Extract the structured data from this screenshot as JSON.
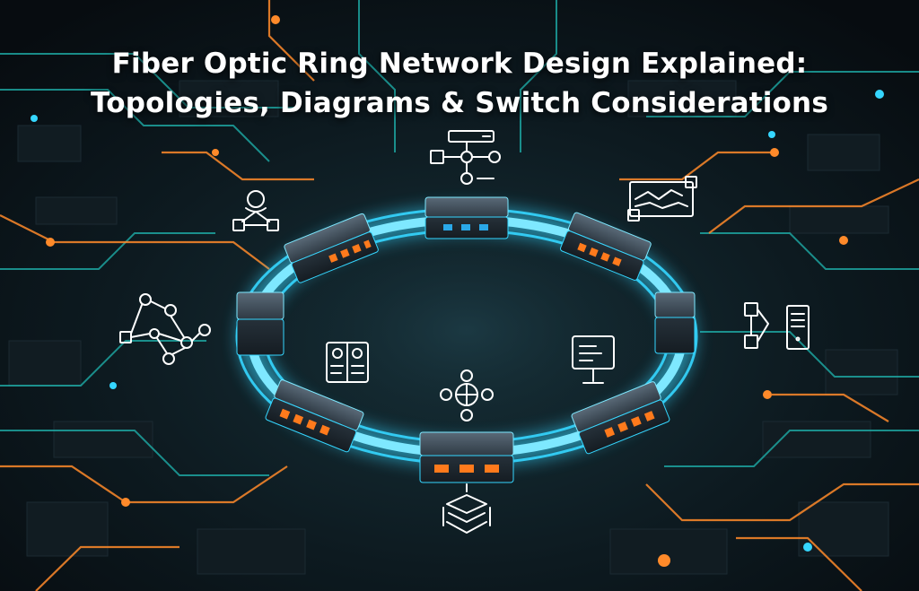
{
  "header": {
    "title_line_1": "Fiber Optic Ring Network Design Explained:",
    "title_line_2": "Topologies, Diagrams & Switch Considerations"
  },
  "colors": {
    "background": "#0b1318",
    "ring_glow": "#35d6ff",
    "circuit_orange": "#ff8a2a",
    "circuit_teal": "#1fb6b0",
    "switch_port_orange": "#ff7a1c",
    "switch_port_blue": "#2aa8e8",
    "icon_stroke": "#ffffff"
  },
  "icons": [
    "hierarchy-tree-icon",
    "user-network-icon",
    "trend-chart-icon",
    "mesh-network-icon",
    "flowchart-server-icon",
    "control-panel-icon",
    "monitor-icon",
    "hub-node-icon",
    "layers-stack-icon"
  ],
  "ring": {
    "switch_count": 8
  }
}
